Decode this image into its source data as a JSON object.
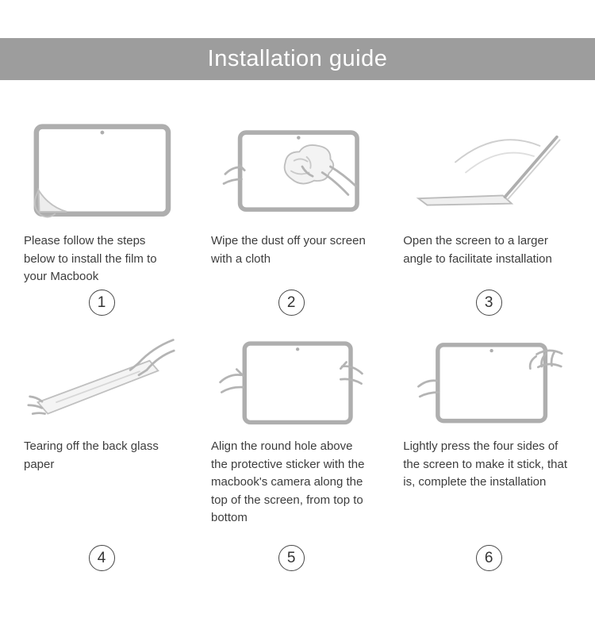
{
  "header": {
    "title": "Installation guide"
  },
  "steps": [
    {
      "number": "1",
      "text": "Please follow the steps below to install the film to your Macbook",
      "illustration": "macbook-screen-film-peel"
    },
    {
      "number": "2",
      "text": "Wipe the dust off your screen with a cloth",
      "illustration": "wipe-screen-with-cloth"
    },
    {
      "number": "3",
      "text": "Open the screen to a larger angle to facilitate installation",
      "illustration": "laptop-opened-wide-angle"
    },
    {
      "number": "4",
      "text": "Tearing off the back glass paper",
      "illustration": "tear-off-back-glass-paper"
    },
    {
      "number": "5",
      "text": "Align the round hole above the protective sticker with the macbook's camera along the top of the screen, from top to bottom",
      "illustration": "align-film-with-camera"
    },
    {
      "number": "6",
      "text": "Lightly press the four sides of the screen to make it stick, that is, complete the installation",
      "illustration": "press-four-sides"
    }
  ],
  "colors": {
    "banner_background": "#9d9d9d",
    "banner_text": "#ffffff",
    "body_text": "#3d3d3d",
    "line_art": "#b4b4b4"
  }
}
